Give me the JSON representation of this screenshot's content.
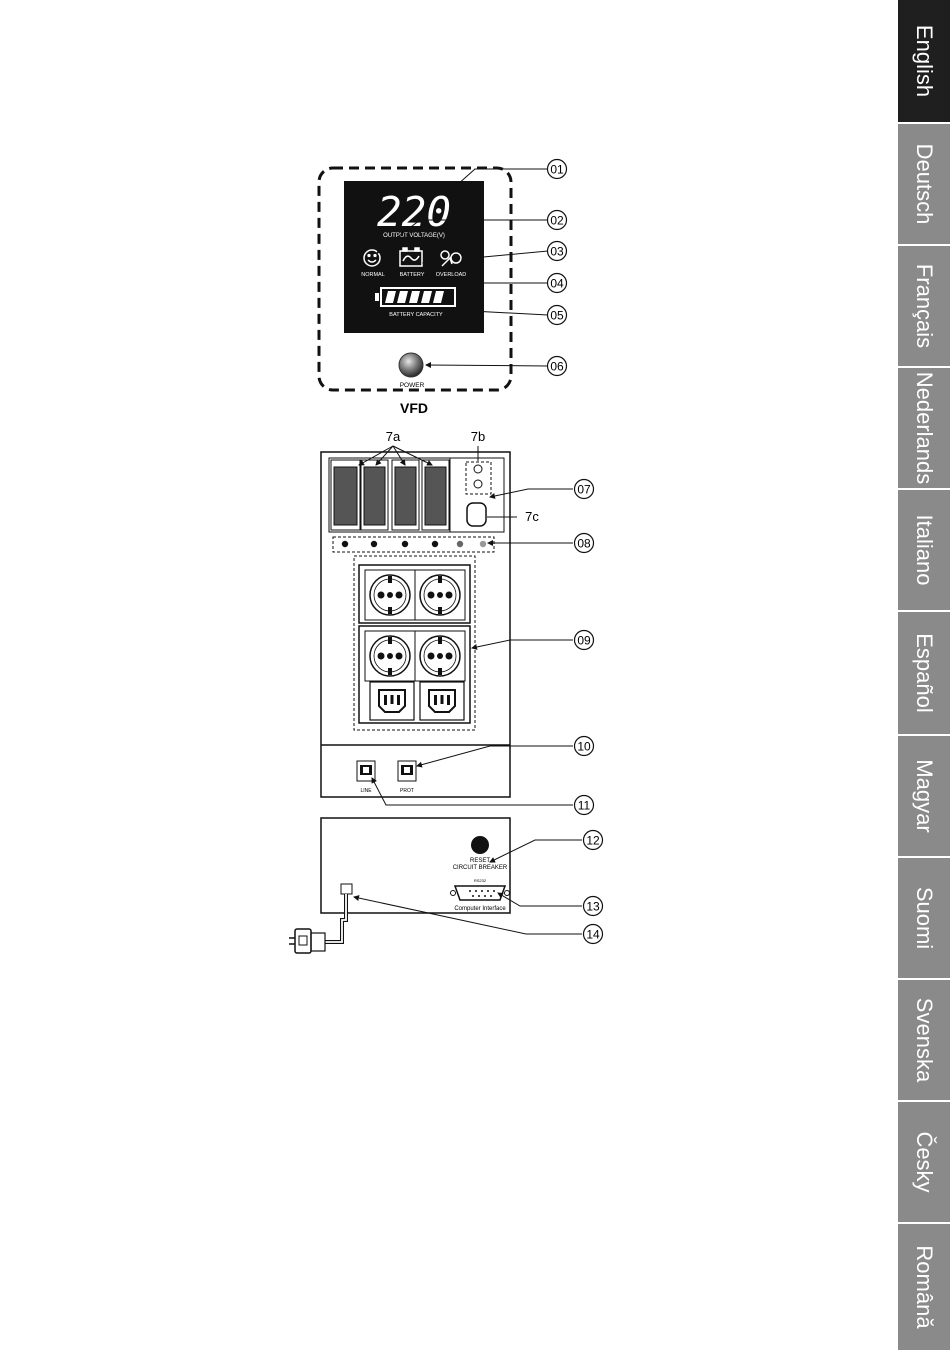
{
  "figure": {
    "display": {
      "voltage": "220",
      "voltage_label": "OUTPUT VOLTAGE(V)",
      "normal_label": "NORMAL",
      "battery_label": "BATTERY",
      "overload_label": "OVERLOAD",
      "capacity_label": "BATTERY CAPACITY"
    },
    "power_label": "POWER",
    "vfd_label": "VFD",
    "label_7a": "7a",
    "label_7b": "7b",
    "label_7c": "7c",
    "phone_line_label": "LINE",
    "phone_prot_label": "PROT",
    "reset_label": "RESET",
    "breaker_label": "CIRCUIT BREAKER",
    "rs232_label": "RS232",
    "interface_label": "Computer Interface",
    "callouts": [
      "01",
      "02",
      "03",
      "04",
      "05",
      "06",
      "07",
      "08",
      "09",
      "10",
      "11",
      "12",
      "13",
      "14"
    ]
  },
  "tabs": [
    {
      "label": "English",
      "active": true
    },
    {
      "label": "Deutsch",
      "active": false
    },
    {
      "label": "Français",
      "active": false
    },
    {
      "label": "Nederlands",
      "active": false
    },
    {
      "label": "Italiano",
      "active": false
    },
    {
      "label": "Español",
      "active": false
    },
    {
      "label": "Magyar",
      "active": false
    },
    {
      "label": "Suomi",
      "active": false
    },
    {
      "label": "Svenska",
      "active": false
    },
    {
      "label": "Česky",
      "active": false
    },
    {
      "label": "Română",
      "active": false
    }
  ]
}
